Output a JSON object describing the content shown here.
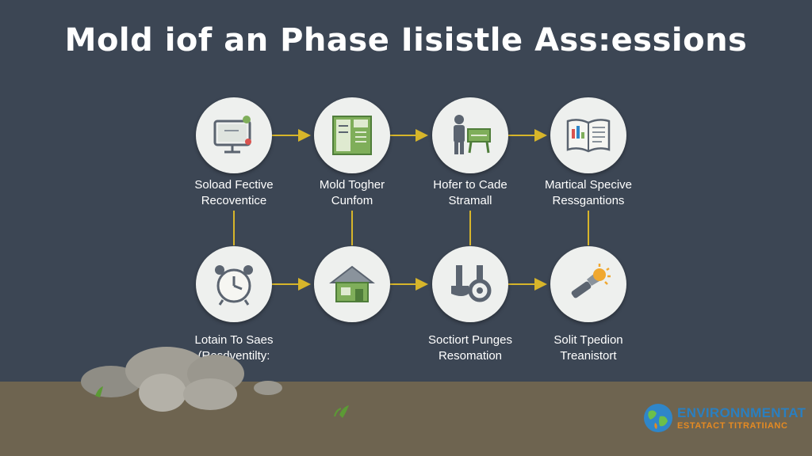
{
  "title": "Mold iof an Phase Iisistle Ass:essions",
  "colors": {
    "background": "#3c4654",
    "connector": "#d7b52a",
    "node_fill": "#eef0ee",
    "ground": "#6e6450",
    "logo_blue": "#2a7fc0",
    "logo_orange": "#e58a22"
  },
  "steps": [
    {
      "icon": "monitor-icon",
      "line1": "Soload Fective",
      "line2": "Recoventice"
    },
    {
      "icon": "blueprint-icon",
      "line1": "Mold Togher",
      "line2": "Cunfom"
    },
    {
      "icon": "inspector-icon",
      "line1": "Hofer to Cade",
      "line2": "Stramall"
    },
    {
      "icon": "open-book-icon",
      "line1": "Martical Specive",
      "line2": "Ressgantions"
    },
    {
      "icon": "alarm-clock-icon",
      "line1": "Lotain To Saes",
      "line2": "(Resdventilty:"
    },
    {
      "icon": "house-icon",
      "line1": "",
      "line2": ""
    },
    {
      "icon": "tools-icon",
      "line1": "Soctiort Punges",
      "line2": "Resomation"
    },
    {
      "icon": "flashlight-icon",
      "line1": "Solit Tpedion",
      "line2": "Treanistort"
    }
  ],
  "logo": {
    "name": "ENVIRONNMENTAT",
    "tagline": "ESTATACT TITRATIIANC",
    "icon": "globe-icon"
  }
}
